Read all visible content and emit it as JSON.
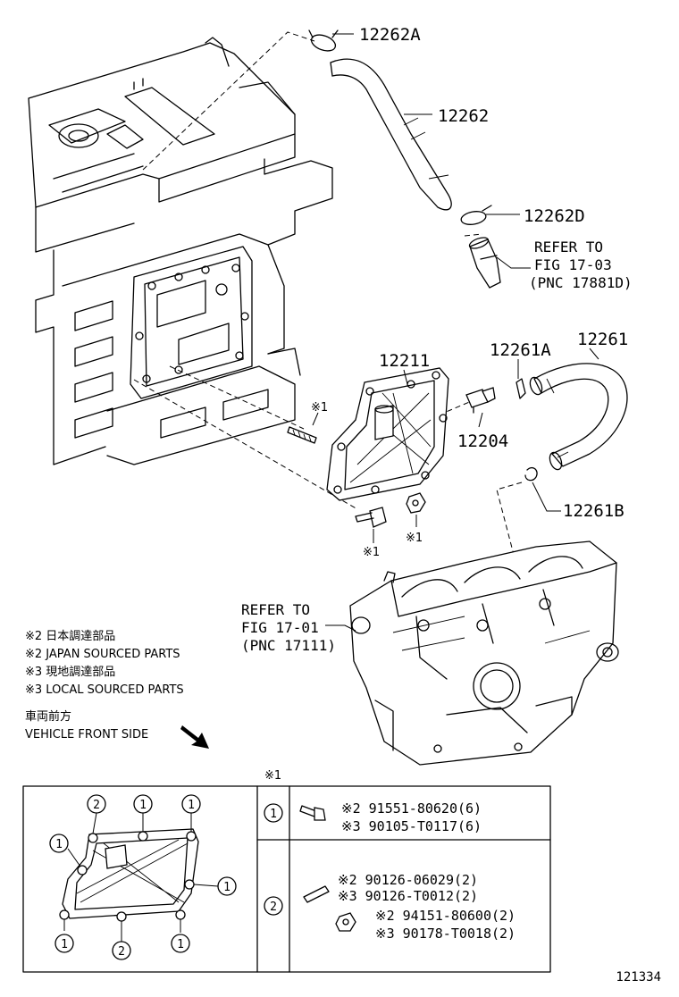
{
  "callouts": {
    "c12262A": "12262A",
    "c12262": "12262",
    "c12262D": "12262D",
    "c12211": "12211",
    "c12261A": "12261A",
    "c12261": "12261",
    "c12204": "12204",
    "c12261B": "12261B",
    "mark1_stud": "※1",
    "mark1_bolt": "※1",
    "mark1_nut": "※1"
  },
  "refer_upper": {
    "line1": "REFER TO",
    "line2": "FIG 17-03",
    "line3": "(PNC 17881D)"
  },
  "refer_lower": {
    "line1": "REFER TO",
    "line2": "FIG 17-01",
    "line3": "(PNC 17111)"
  },
  "legend": {
    "l1": "※2 日本調達部品",
    "l2": "※2 JAPAN SOURCED PARTS",
    "l3": "※3 現地調達部品",
    "l4": "※3 LOCAL SOURCED PARTS"
  },
  "direction": {
    "jp": "車両前方",
    "en": "VEHICLE FRONT SIDE"
  },
  "detail": {
    "header": "※1",
    "map_labels": [
      "2",
      "1",
      "1",
      "1",
      "1",
      "1",
      "2",
      "1"
    ],
    "row1": {
      "key": "1",
      "lines": [
        "※2 91551-80620(6)",
        "※3 90105-T0117(6)"
      ]
    },
    "row2": {
      "key": "2",
      "lines": [
        "※2 90126-06029(2)",
        "※3 90126-T0012(2)",
        "※2 94151-80600(2)",
        "※3 90178-T0018(2)"
      ]
    }
  },
  "figure_id": "121334"
}
